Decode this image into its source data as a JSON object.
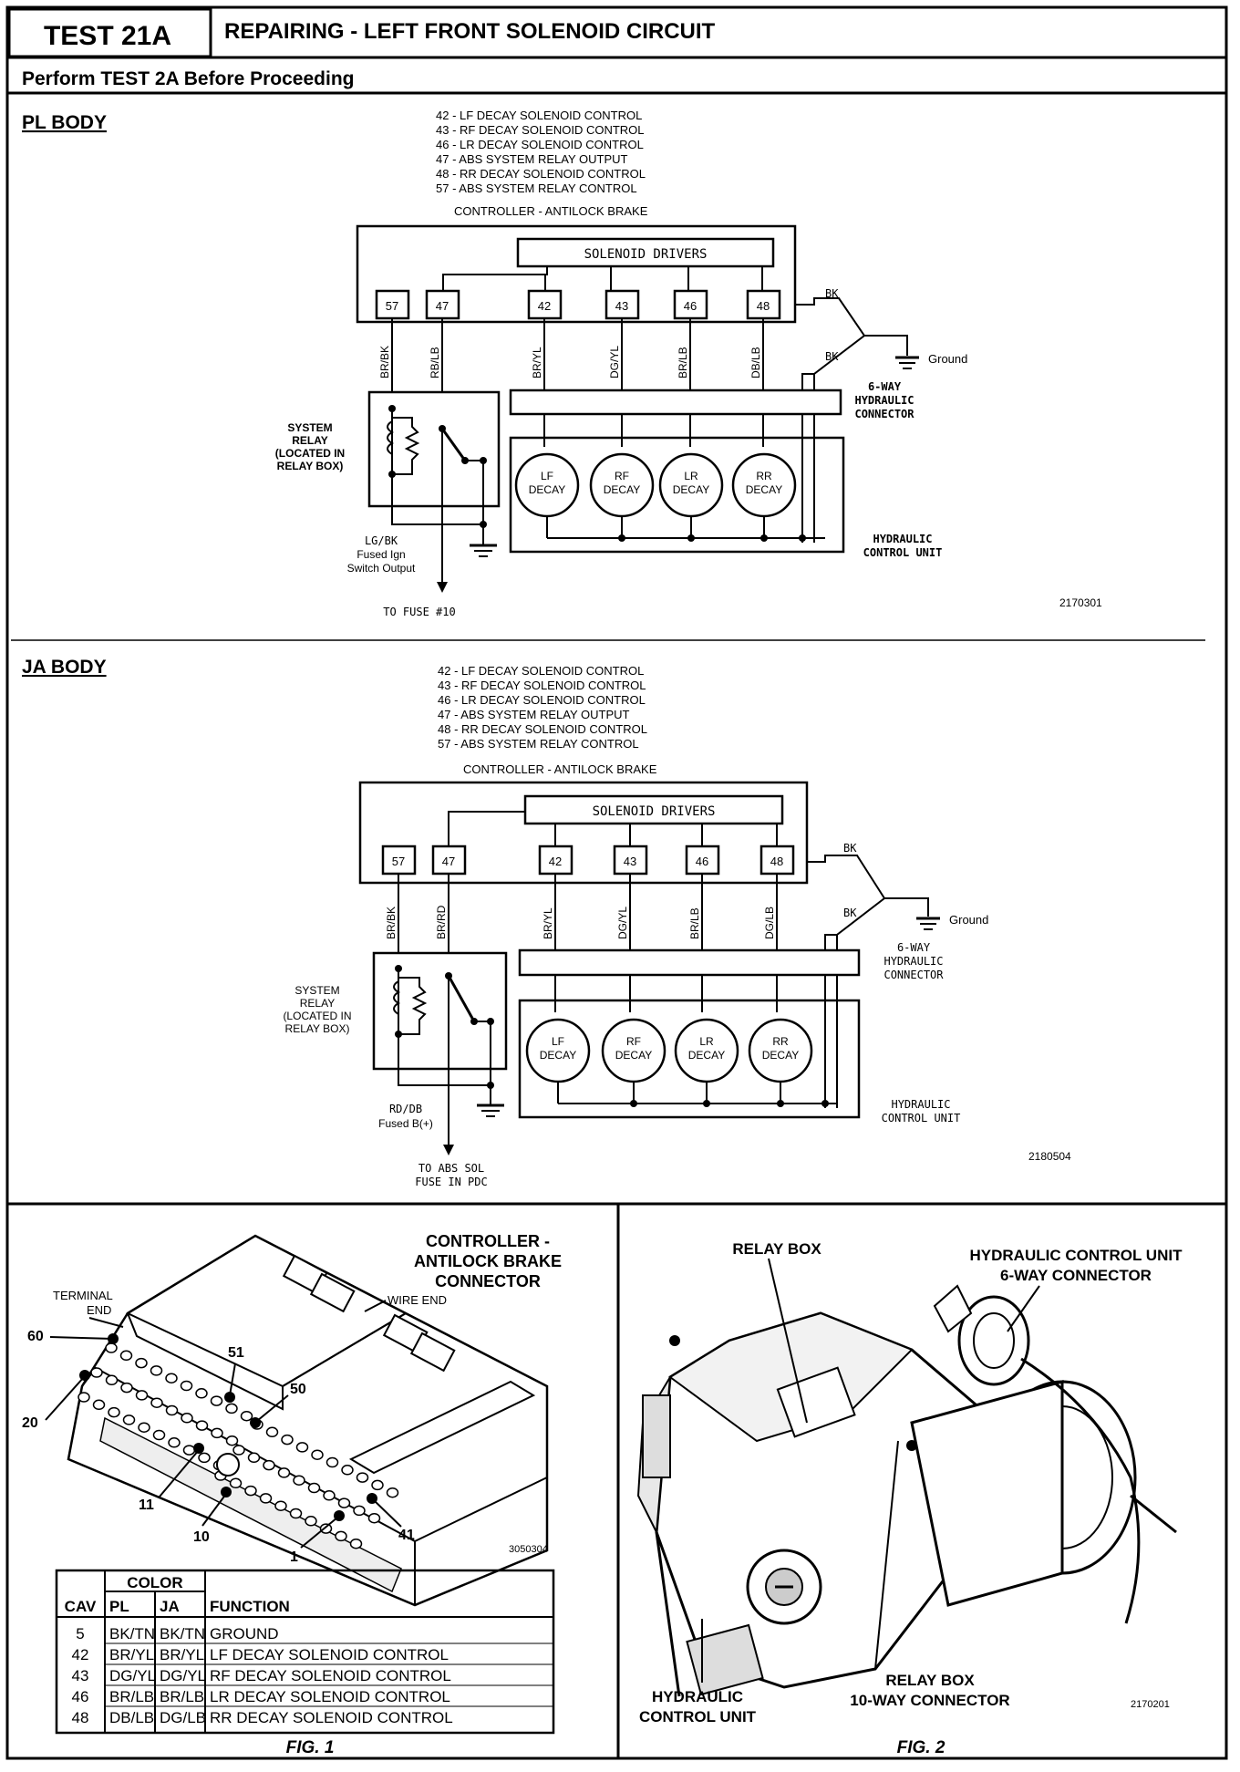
{
  "header": {
    "test_id": "TEST 21A",
    "title": "REPAIRING - LEFT FRONT SOLENOID CIRCUIT",
    "subtitle": "Perform TEST 2A Before Proceeding"
  },
  "pl": {
    "section_label": "PL BODY",
    "legend": [
      "42 - LF DECAY SOLENOID CONTROL",
      "43 - RF DECAY SOLENOID CONTROL",
      "46 - LR DECAY SOLENOID CONTROL",
      "47 - ABS SYSTEM RELAY OUTPUT",
      "48 - RR DECAY SOLENOID CONTROL",
      "57 - ABS SYSTEM RELAY CONTROL"
    ],
    "controller_label": "CONTROLLER - ANTILOCK BRAKE",
    "drivers_label": "SOLENOID DRIVERS",
    "pins": [
      "57",
      "47",
      "42",
      "43",
      "46",
      "48"
    ],
    "wires": [
      "BR/BK",
      "RB/LB",
      "BR/YL",
      "DG/YL",
      "BR/LB",
      "DB/LB"
    ],
    "bk1": "BK",
    "bk2": "BK",
    "ground": "Ground",
    "connector_label": [
      "6-WAY",
      "HYDRAULIC",
      "CONNECTOR"
    ],
    "relay_label": [
      "SYSTEM",
      "RELAY",
      "(LOCATED IN",
      "RELAY BOX)"
    ],
    "feed_label": [
      "LG/BK",
      "Fused Ign",
      "Switch Output"
    ],
    "fuse_label": "TO FUSE #10",
    "solenoids": [
      {
        "top": "LF",
        "bottom": "DECAY"
      },
      {
        "top": "RF",
        "bottom": "DECAY"
      },
      {
        "top": "LR",
        "bottom": "DECAY"
      },
      {
        "top": "RR",
        "bottom": "DECAY"
      }
    ],
    "hcu_label": [
      "HYDRAULIC",
      "CONTROL UNIT"
    ],
    "figure_number": "2170301"
  },
  "ja": {
    "section_label": "JA BODY",
    "legend": [
      "42 - LF DECAY SOLENOID CONTROL",
      "43 - RF DECAY SOLENOID CONTROL",
      "46 - LR DECAY SOLENOID CONTROL",
      "47 - ABS SYSTEM RELAY OUTPUT",
      "48 - RR DECAY SOLENOID CONTROL",
      "57 - ABS SYSTEM RELAY CONTROL"
    ],
    "controller_label": "CONTROLLER - ANTILOCK BRAKE",
    "drivers_label": "SOLENOID DRIVERS",
    "pins": [
      "57",
      "47",
      "42",
      "43",
      "46",
      "48"
    ],
    "wires": [
      "BR/BK",
      "BR/RD",
      "BR/YL",
      "DG/YL",
      "BR/LB",
      "DG/LB"
    ],
    "bk1": "BK",
    "bk2": "BK",
    "ground": "Ground",
    "connector_label": [
      "6-WAY",
      "HYDRAULIC",
      "CONNECTOR"
    ],
    "relay_label": [
      "SYSTEM",
      "RELAY",
      "(LOCATED IN",
      "RELAY BOX)"
    ],
    "feed_label": [
      "RD/DB",
      "Fused B(+)"
    ],
    "fuse_label": [
      "TO ABS SOL",
      "FUSE IN PDC"
    ],
    "solenoids": [
      {
        "top": "LF",
        "bottom": "DECAY"
      },
      {
        "top": "RF",
        "bottom": "DECAY"
      },
      {
        "top": "LR",
        "bottom": "DECAY"
      },
      {
        "top": "RR",
        "bottom": "DECAY"
      }
    ],
    "hcu_label": [
      "HYDRAULIC",
      "CONTROL UNIT"
    ],
    "figure_number": "2180504"
  },
  "fig1": {
    "connector_title": [
      "CONTROLLER -",
      "ANTILOCK BRAKE",
      "CONNECTOR"
    ],
    "terminal_end": [
      "TERMINAL",
      "END"
    ],
    "wire_end": "WIRE END",
    "pin_callouts": [
      "60",
      "51",
      "50",
      "20",
      "11",
      "10",
      "41",
      "1"
    ],
    "figure_number": "3050304",
    "table": {
      "color_header": "COLOR",
      "headers": [
        "CAV",
        "PL",
        "JA",
        "FUNCTION"
      ],
      "rows": [
        [
          "5",
          "BK/TN",
          "BK/TN",
          "GROUND"
        ],
        [
          "42",
          "BR/YL",
          "BR/YL",
          "LF DECAY SOLENOID CONTROL"
        ],
        [
          "43",
          "DG/YL",
          "DG/YL",
          "RF DECAY SOLENOID CONTROL"
        ],
        [
          "46",
          "BR/LB",
          "BR/LB",
          "LR DECAY SOLENOID CONTROL"
        ],
        [
          "48",
          "DB/LB",
          "DG/LB",
          "RR DECAY SOLENOID CONTROL"
        ]
      ]
    },
    "caption": "FIG. 1"
  },
  "fig2": {
    "relay_box": "RELAY BOX",
    "hcu_connector": [
      "HYDRAULIC CONTROL UNIT",
      "6-WAY CONNECTOR"
    ],
    "relay_box_connector": [
      "RELAY BOX",
      "10-WAY CONNECTOR"
    ],
    "hcu": [
      "HYDRAULIC",
      "CONTROL UNIT"
    ],
    "figure_number": "2170201",
    "caption": "FIG. 2"
  }
}
